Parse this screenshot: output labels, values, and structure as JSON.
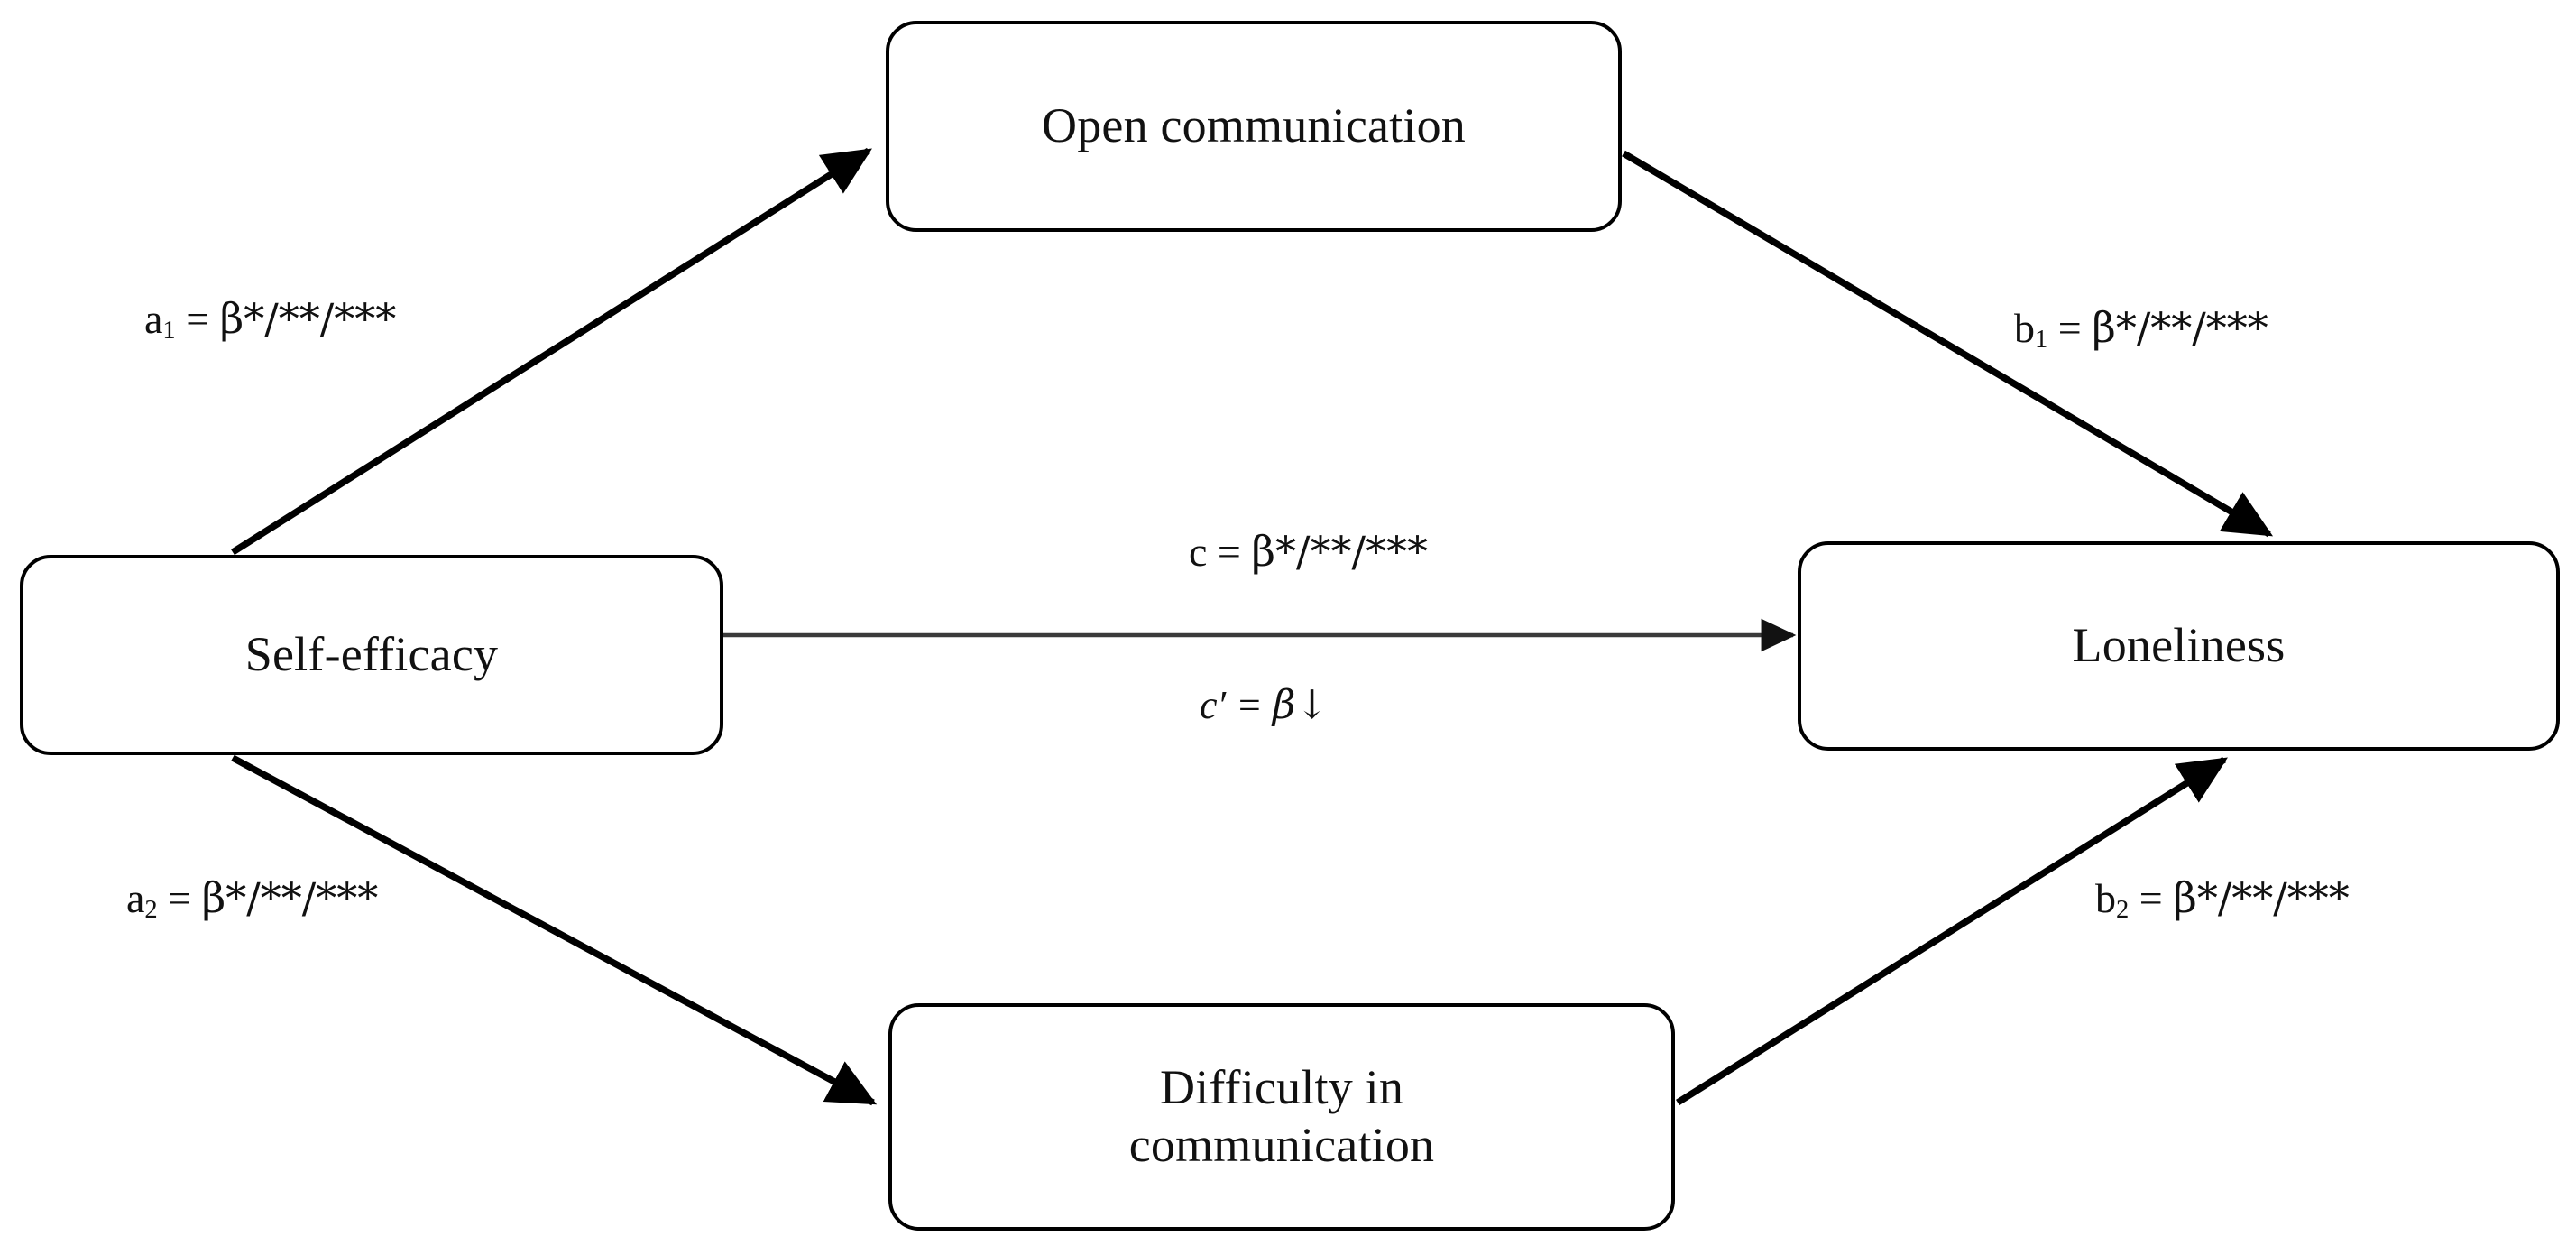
{
  "figure": {
    "type": "mediation-model-diagram",
    "description": "Parallel mediation model diagram",
    "background_color": "#ffffff",
    "line_color": "#000000",
    "text_color": "#111111"
  },
  "nodes": [
    {
      "id": "open-communication",
      "label": "Open communication",
      "role": "mediator"
    },
    {
      "id": "self-efficacy",
      "label": "Self-efficacy",
      "role": "predictor"
    },
    {
      "id": "loneliness",
      "label": "Loneliness",
      "role": "outcome"
    },
    {
      "id": "difficulty-communication",
      "label": "Difficulty in\ncommunication",
      "role": "mediator"
    }
  ],
  "paths": [
    {
      "id": "a1",
      "coef": "a",
      "sub": "1",
      "eq": " = ",
      "value": "β*/**/***",
      "from": "self-efficacy",
      "to": "open-communication"
    },
    {
      "id": "a2",
      "coef": "a",
      "sub": "2",
      "eq": " = ",
      "value": "β*/**/***",
      "from": "self-efficacy",
      "to": "difficulty-communication"
    },
    {
      "id": "b1",
      "coef": "b",
      "sub": "1",
      "eq": " = ",
      "value": "β*/**/***",
      "from": "open-communication",
      "to": "loneliness"
    },
    {
      "id": "b2",
      "coef": "b",
      "sub": "2",
      "eq": " = ",
      "value": "β*/**/***",
      "from": "difficulty-communication",
      "to": "loneliness"
    },
    {
      "id": "c",
      "coef": "c",
      "sub": "",
      "eq": " = ",
      "value": "β*/**/***",
      "from": "self-efficacy",
      "to": "loneliness"
    },
    {
      "id": "c-prime",
      "coef": "c′",
      "sub": "",
      "eq": " = ",
      "value": "β↓",
      "from": "self-efficacy",
      "to": "loneliness"
    }
  ],
  "chart_data": {
    "type": "diagram",
    "title": "",
    "nodes": [
      "Self-efficacy",
      "Open communication",
      "Difficulty in communication",
      "Loneliness"
    ],
    "edges": [
      {
        "label": "a1 = β*/**/***",
        "source": "Self-efficacy",
        "target": "Open communication"
      },
      {
        "label": "a2 = β*/**/***",
        "source": "Self-efficacy",
        "target": "Difficulty in communication"
      },
      {
        "label": "b1 = β*/**/***",
        "source": "Open communication",
        "target": "Loneliness"
      },
      {
        "label": "b2 = β*/**/***",
        "source": "Difficulty in communication",
        "target": "Loneliness"
      },
      {
        "label": "c = β*/**/***",
        "source": "Self-efficacy",
        "target": "Loneliness"
      },
      {
        "label": "c′ = β↓",
        "source": "Self-efficacy",
        "target": "Loneliness"
      }
    ]
  }
}
